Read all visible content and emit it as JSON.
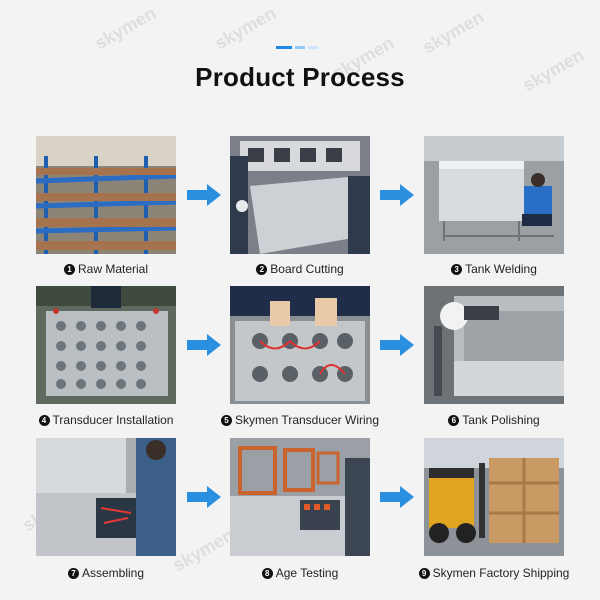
{
  "header": {
    "title": "Product Process"
  },
  "watermark": {
    "brand": "skymen"
  },
  "steps": [
    {
      "number": "1",
      "label": "Raw Material"
    },
    {
      "number": "2",
      "label": "Board Cutting"
    },
    {
      "number": "3",
      "label": "Tank Welding"
    },
    {
      "number": "4",
      "label": "Transducer Installation"
    },
    {
      "number": "5",
      "label": "Skymen Transducer Wiring"
    },
    {
      "number": "6",
      "label": "Tank Polishing"
    },
    {
      "number": "7",
      "label": "Assembling"
    },
    {
      "number": "8",
      "label": "Age Testing"
    },
    {
      "number": "9",
      "label": "Skymen Factory Shipping"
    }
  ],
  "colors": {
    "arrow": "#2b8fe0",
    "accent": "#1e88e5",
    "background": "#f3f3f3"
  }
}
